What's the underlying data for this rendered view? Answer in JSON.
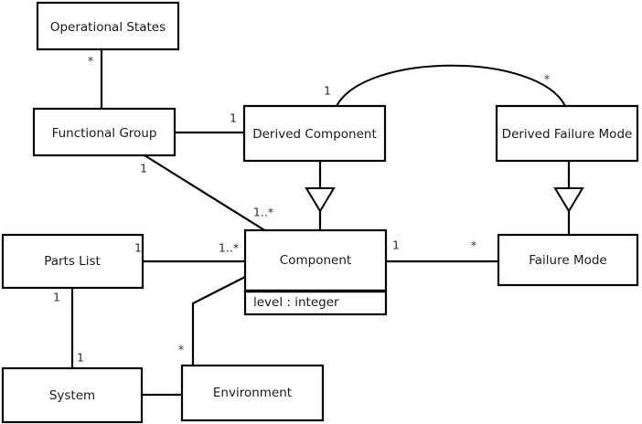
{
  "diagram": {
    "title": "UML class diagram",
    "type": "uml-class-diagram",
    "background_color": "#ffffff",
    "line_color": "#000000",
    "classes": [
      {
        "id": "operational-states",
        "name": "Operational States",
        "attributes": []
      },
      {
        "id": "functional-group",
        "name": "Functional Group",
        "attributes": []
      },
      {
        "id": "derived-component",
        "name": "Derived Component",
        "attributes": []
      },
      {
        "id": "derived-failure-mode",
        "name": "Derived Failure Mode",
        "attributes": []
      },
      {
        "id": "parts-list",
        "name": "Parts List",
        "attributes": []
      },
      {
        "id": "component",
        "name": "Component",
        "attributes": [
          "level : integer"
        ]
      },
      {
        "id": "failure-mode",
        "name": "Failure Mode",
        "attributes": []
      },
      {
        "id": "system",
        "name": "System",
        "attributes": []
      },
      {
        "id": "environment",
        "name": "Environment",
        "attributes": []
      }
    ],
    "multiplicities": {
      "operational_states_end": "*",
      "functional_group_to_derived_component": "1",
      "functional_group_to_component": "1",
      "component_from_functional_group": "1..*",
      "derived_component_arc_end": "1",
      "derived_failure_mode_arc_end": "*",
      "parts_list_end": "1",
      "component_from_parts_list": "1..*",
      "parts_list_to_system": "1",
      "system_to_parts_list": "1",
      "component_to_failure_mode": "1",
      "failure_mode_end": "*",
      "environment_end": "*"
    },
    "relationships": [
      {
        "from": "operational-states",
        "to": "functional-group",
        "kind": "association",
        "from_mult": "*",
        "to_mult": ""
      },
      {
        "from": "functional-group",
        "to": "derived-component",
        "kind": "association",
        "from_mult": "",
        "to_mult": "1"
      },
      {
        "from": "functional-group",
        "to": "component",
        "kind": "association",
        "from_mult": "1",
        "to_mult": "1..*"
      },
      {
        "from": "derived-component",
        "to": "derived-failure-mode",
        "kind": "association-arc",
        "from_mult": "1",
        "to_mult": "*"
      },
      {
        "from": "derived-component",
        "to": "component",
        "kind": "generalization",
        "from_mult": "",
        "to_mult": ""
      },
      {
        "from": "derived-failure-mode",
        "to": "failure-mode",
        "kind": "generalization",
        "from_mult": "",
        "to_mult": ""
      },
      {
        "from": "parts-list",
        "to": "component",
        "kind": "association",
        "from_mult": "1",
        "to_mult": "1..*"
      },
      {
        "from": "parts-list",
        "to": "system",
        "kind": "association",
        "from_mult": "1",
        "to_mult": "1"
      },
      {
        "from": "component",
        "to": "failure-mode",
        "kind": "association",
        "from_mult": "1",
        "to_mult": "*"
      },
      {
        "from": "component",
        "to": "environment",
        "kind": "association",
        "from_mult": "",
        "to_mult": "*"
      },
      {
        "from": "system",
        "to": "environment",
        "kind": "association",
        "from_mult": "",
        "to_mult": ""
      }
    ]
  }
}
